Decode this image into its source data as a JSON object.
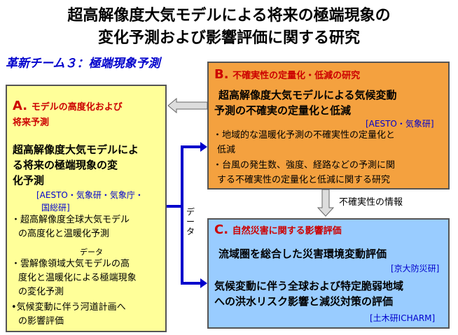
{
  "title": {
    "line1": "超高解像度大気モデルによる将来の極端現象の",
    "line2": "変化予測および影響評価に関する研究"
  },
  "team_label": "革新チーム３：極端現象予測",
  "box_a": {
    "letter": "A.",
    "heading_line1": "モデルの高度化および",
    "heading_line2": "将来予測",
    "main_line1": "超高解像度大気モデルによ",
    "main_line2": "る将来の極端現象の変",
    "main_line3": "化予測",
    "orgs_line1": "[AESTO・気象研・気象庁・",
    "orgs_line2": "国総研]",
    "item1_line1": "・超高解像度全球大気モデル",
    "item1_line2": "の高度化と温暖化予測",
    "data_label": "データ",
    "item2_line1": "・雲解像領域大気モデルの高",
    "item2_line2": "度化と温暖化による極端現象",
    "item2_line3": "の変化予測",
    "item3_line1": "•気候変動に伴う河道計画へ",
    "item3_line2": "の影響評価"
  },
  "box_b": {
    "letter": "B.",
    "heading": "不確実性の定量化・低減の研究",
    "main_line1": "超高解像度大気モデルによる気候変動",
    "main_line2": "予測の不確実の定量化と低減",
    "orgs": "[AESTO・気象研]",
    "item1_line1": "・地域的な温暖化予測の不確実性の定量化と",
    "item1_line2": "低減",
    "item2_line1": "・台風の発生数、強度、経路などの予測に関",
    "item2_line2": "する不確実性の定量化と低減に関する研究"
  },
  "box_c": {
    "letter": "C.",
    "heading": "自然災害に関する影響評価",
    "main1": "流域圏を総合した災害環境変動評価",
    "orgs1": "[京大防災研]",
    "main2_line1": "気候変動に伴う全球および特定脆弱地域",
    "main2_line2": "への洪水リスク影響と減災対策の評価",
    "orgs2": "[土木研ICHARM]"
  },
  "flow_labels": {
    "data_vertical": "データ",
    "uncertainty_info": "不確実性の情報"
  },
  "colors": {
    "box_a_fill": "#ffff99",
    "box_b_fill": "#f4a13f",
    "box_c_fill": "#99ccff",
    "heading_red": "#cc0000",
    "accent_blue": "#0000cc"
  }
}
